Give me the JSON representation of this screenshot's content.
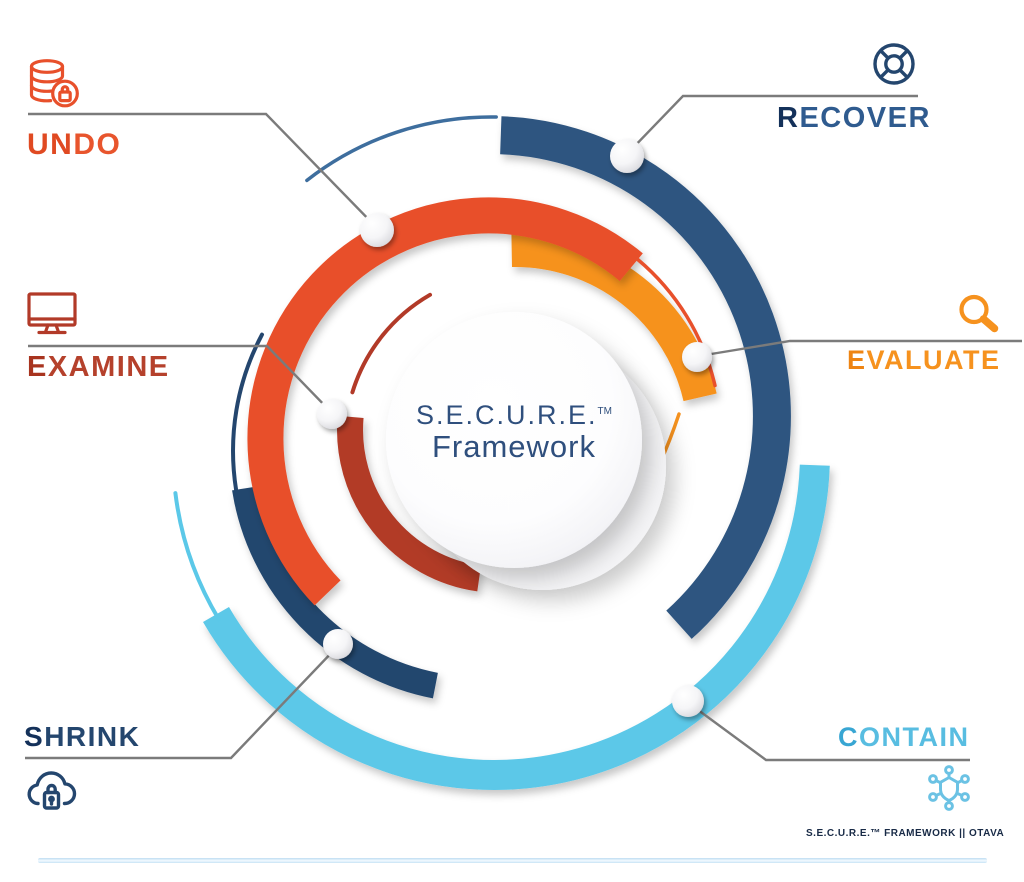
{
  "center": {
    "title": "S.E.C.U.R.E.",
    "trademark": "TM",
    "subtitle": "Framework",
    "text_color": "#2F4F7D"
  },
  "steps": [
    {
      "id": "undo",
      "label": "UNDO",
      "bold": "UN",
      "rest": "DO",
      "bold_color": "#E04A22",
      "rest_color": "#E8552D",
      "icon": "database-lock-icon"
    },
    {
      "id": "recover",
      "label": "RECOVER",
      "bold": "R",
      "rest": "ECOVER",
      "bold_color": "#14315A",
      "rest_color": "#2F5B8F",
      "icon": "lifebuoy-icon"
    },
    {
      "id": "examine",
      "label": "EXAMINE",
      "bold": "E",
      "rest": "XAMINE",
      "bold_color": "#A8341F",
      "rest_color": "#B5412C",
      "icon": "monitor-icon"
    },
    {
      "id": "evaluate",
      "label": "EVALUATE",
      "bold": "E",
      "rest": "VALUATE",
      "bold_color": "#EE8413",
      "rest_color": "#F6921E",
      "icon": "magnifier-icon"
    },
    {
      "id": "shrink",
      "label": "SHRINK",
      "bold": "S",
      "rest": "HRINK",
      "bold_color": "#14315A",
      "rest_color": "#24466E",
      "icon": "cloud-lock-icon"
    },
    {
      "id": "contain",
      "label": "CONTAIN",
      "bold": "C",
      "rest": "ONTAIN",
      "bold_color": "#38A6D3",
      "rest_color": "#58BDE1",
      "icon": "shield-network-icon"
    }
  ],
  "watermark": "S.E.C.U.R.E.™ FRAMEWORK || OTAVA",
  "ring_colors": {
    "navy": "#2D5580",
    "navy_dark": "#24466E",
    "navy_lead": "#3E6E9E",
    "vermilion": "#E8502B",
    "orange": "#F6921E",
    "light_blue": "#5BC8E8",
    "brick": "#B23A28"
  },
  "connector_color": "#7B7B7B"
}
